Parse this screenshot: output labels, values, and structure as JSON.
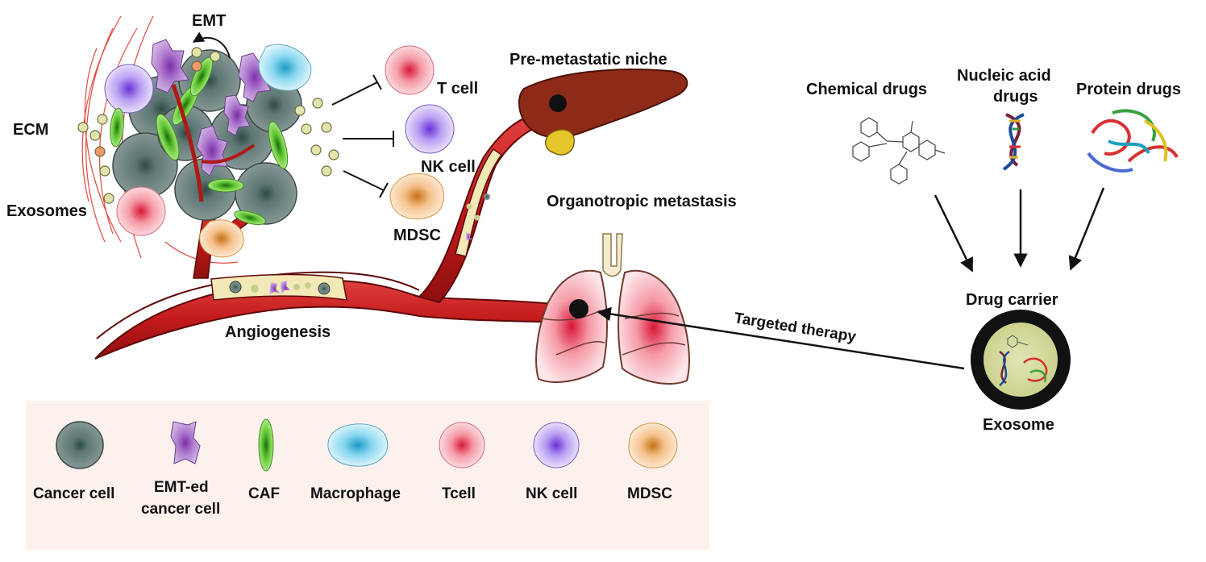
{
  "tumor": {
    "emt_label": "EMT",
    "ecm_label": "ECM",
    "exosomes_label": "Exosomes",
    "angiogenesis_label": "Angiogenesis"
  },
  "immune": {
    "t_cell_label": "T cell",
    "nk_cell_label": "NK cell",
    "mdsc_label": "MDSC"
  },
  "metastasis": {
    "pre_metastatic_label": "Pre-metastatic niche",
    "organotropic_label": "Organotropic metastasis",
    "targeted_therapy_label": "Targeted therapy"
  },
  "drugs": {
    "chemical_label": "Chemical drugs",
    "nucleic_label_line1": "Nucleic acid",
    "nucleic_label_line2": "drugs",
    "protein_label": "Protein drugs",
    "carrier_label": "Drug carrier",
    "exosome_label": "Exosome"
  },
  "legend": {
    "items": [
      {
        "line1": "Cancer cell",
        "line2": ""
      },
      {
        "line1": "EMT-ed",
        "line2": "cancer cell"
      },
      {
        "line1": "CAF",
        "line2": ""
      },
      {
        "line1": "Macrophage",
        "line2": ""
      },
      {
        "line1": "Tcell",
        "line2": ""
      },
      {
        "line1": "NK cell",
        "line2": ""
      },
      {
        "line1": "MDSC",
        "line2": ""
      }
    ]
  },
  "colors": {
    "vessel": "#c81e1e",
    "vessel_dark": "#7a0c0c",
    "cancer_cell": "#6f8582",
    "emt_cell": "#a86fc6",
    "caf": "#6ecf3c",
    "macrophage": "#7fd3ee",
    "t_cell": "#f07b8a",
    "nk_cell": "#9a7ae6",
    "mdsc": "#f3b36f",
    "organ": "#8b2a1a",
    "lung": "#f2b7a5",
    "legend_bg": "#fdf1ee"
  }
}
